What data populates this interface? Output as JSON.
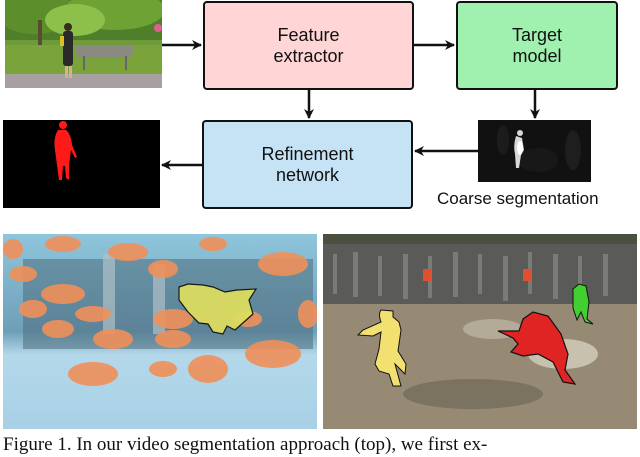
{
  "diagram": {
    "nodes": {
      "input_image": {
        "description": "Input video frame: woman walking past a park bench"
      },
      "feature_extractor": {
        "label": "Feature\nextractor",
        "color": "#ffd5d5"
      },
      "target_model": {
        "label": "Target\nmodel",
        "color": "#a0f0b0"
      },
      "refinement_network": {
        "label": "Refinement\nnetwork",
        "color": "#c5e3f5"
      },
      "coarse_segmentation": {
        "label": "Coarse segmentation"
      },
      "output_mask": {
        "description": "Final segmentation mask: red silhouette on black"
      }
    },
    "edges": [
      {
        "from": "input_image",
        "to": "feature_extractor"
      },
      {
        "from": "feature_extractor",
        "to": "target_model"
      },
      {
        "from": "feature_extractor",
        "to": "refinement_network"
      },
      {
        "from": "target_model",
        "to": "coarse_segmentation"
      },
      {
        "from": "coarse_segmentation",
        "to": "refinement_network"
      },
      {
        "from": "refinement_network",
        "to": "output_mask"
      }
    ]
  },
  "examples": [
    {
      "description": "Aquarium with many goldfish; one fish segmented with yellow overlay",
      "mask_colors": [
        "#e8e060"
      ]
    },
    {
      "description": "Bull run scene: running man (yellow), bull (red), person in background (green) segmented",
      "mask_colors": [
        "#f0e060",
        "#e02020",
        "#40d020"
      ]
    }
  ],
  "caption": {
    "text": "Figure 1. In our video segmentation approach (top), we first ex-"
  }
}
